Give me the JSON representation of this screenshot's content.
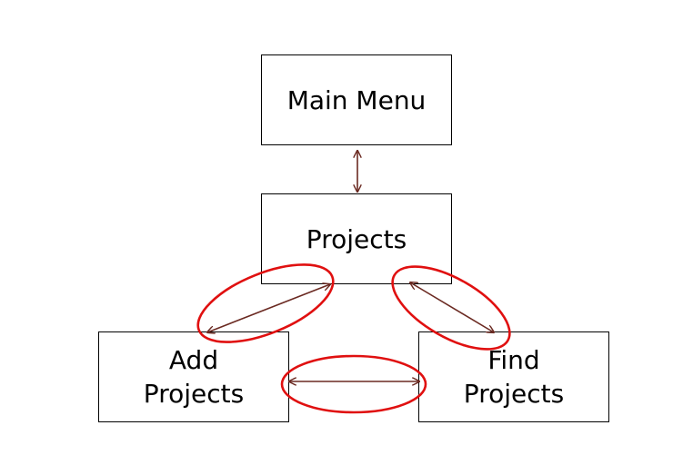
{
  "diagram": {
    "nodes": {
      "main_menu": {
        "label": "Main Menu"
      },
      "projects": {
        "label": "Projects"
      },
      "add_projects": {
        "line1": "Add",
        "line2": "Projects"
      },
      "find_projects": {
        "line1": "Find",
        "line2": "Projects"
      }
    },
    "connections": [
      {
        "from": "Main Menu",
        "to": "Projects",
        "bidirectional": true,
        "highlighted": false
      },
      {
        "from": "Projects",
        "to": "Add Projects",
        "bidirectional": true,
        "highlighted": true
      },
      {
        "from": "Projects",
        "to": "Find Projects",
        "bidirectional": true,
        "highlighted": true
      },
      {
        "from": "Add Projects",
        "to": "Find Projects",
        "bidirectional": true,
        "highlighted": true
      }
    ],
    "colors": {
      "arrow": "#6b2a22",
      "highlight": "#e01010",
      "box_border": "#000000",
      "text": "#000000",
      "background": "#ffffff"
    }
  }
}
